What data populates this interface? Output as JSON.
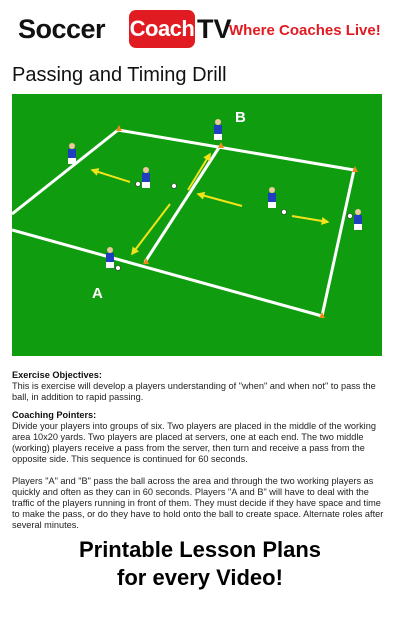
{
  "header": {
    "brand_soccer": "Soccer",
    "brand_coach": "Coach",
    "brand_tv": "TV",
    "tagline": "Where Coaches Live!"
  },
  "drill": {
    "title": "Passing and Timing Drill",
    "label_a": "A",
    "label_b": "B"
  },
  "objectives": {
    "heading": "Exercise Objectives:",
    "text": "This is exercise will develop a players understanding of \"when\" and when not\" to pass the ball, in addition to rapid passing."
  },
  "pointers": {
    "heading": "Coaching Pointers:",
    "para1": "Divide your players into groups of six. Two players are placed in the middle of the working area 10x20 yards. Two players are placed at servers, one at each end. The two middle (working) players receive a pass from the server, then turn and receive a pass from the opposite side. This sequence is continued for 60 seconds.",
    "para2": "Players \"A\" and \"B\" pass the ball across the area and through the two working players as quickly and often as they can in 60 seconds. Players \"A and B\" will have to deal with the traffic of the players running in front of them. They must decide if they have space and time to make the pass, or do they have to hold onto the ball to create space. Alternate roles after several minutes."
  },
  "cta": {
    "line1": "Printable Lesson Plans",
    "line2": "for every Video!"
  },
  "colors": {
    "red": "#e11b22",
    "grass": "#0f9d0f",
    "arrow": "#f2e31a",
    "kit": "#1f3fbf"
  }
}
